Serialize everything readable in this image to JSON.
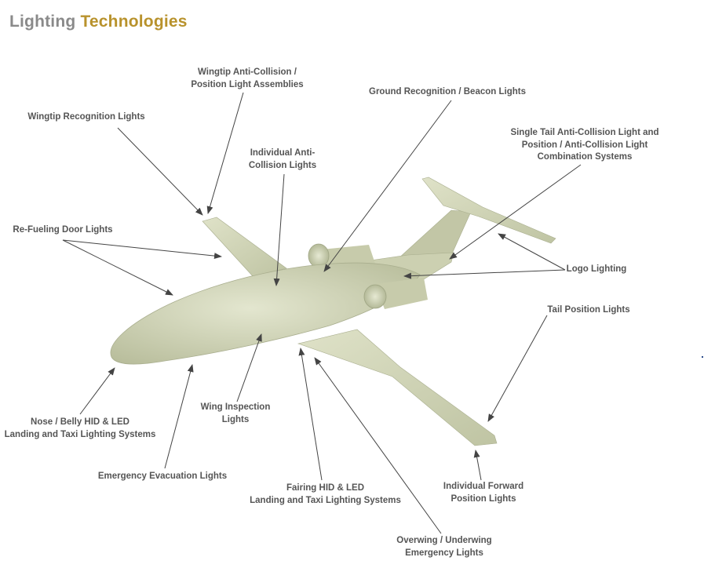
{
  "title": {
    "part1": "Lighting",
    "part2": "Technologies"
  },
  "colors": {
    "title_gray": "#8a8a8a",
    "title_gold": "#b8922c",
    "aircraft": "#d6dabe",
    "label": "#555555"
  },
  "labels": {
    "wingtip_anti_collision": [
      "Wingtip Anti-Collision /",
      "Position Light Assemblies"
    ],
    "wingtip_recognition": [
      "Wingtip Recognition Lights"
    ],
    "ground_recognition": [
      "Ground Recognition / Beacon Lights"
    ],
    "single_tail": [
      "Single Tail Anti-Collision Light and",
      "Position / Anti-Collision Light",
      "Combination Systems"
    ],
    "individual_anti_collision": [
      "Individual Anti-",
      "Collision Lights"
    ],
    "refueling_door": [
      "Re-Fueling Door Lights"
    ],
    "logo_lighting": [
      "Logo Lighting"
    ],
    "tail_position": [
      "Tail Position Lights"
    ],
    "wing_inspection": [
      "Wing Inspection",
      "Lights"
    ],
    "nose_belly": [
      "Nose / Belly HID & LED",
      "Landing and Taxi Lighting Systems"
    ],
    "emergency_evacuation": [
      "Emergency Evacuation Lights"
    ],
    "fairing": [
      "Fairing HID & LED",
      "Landing and Taxi Lighting Systems"
    ],
    "individual_forward": [
      "Individual Forward",
      "Position Lights"
    ],
    "overwing": [
      "Overwing / Underwing",
      "Emergency Lights"
    ]
  }
}
